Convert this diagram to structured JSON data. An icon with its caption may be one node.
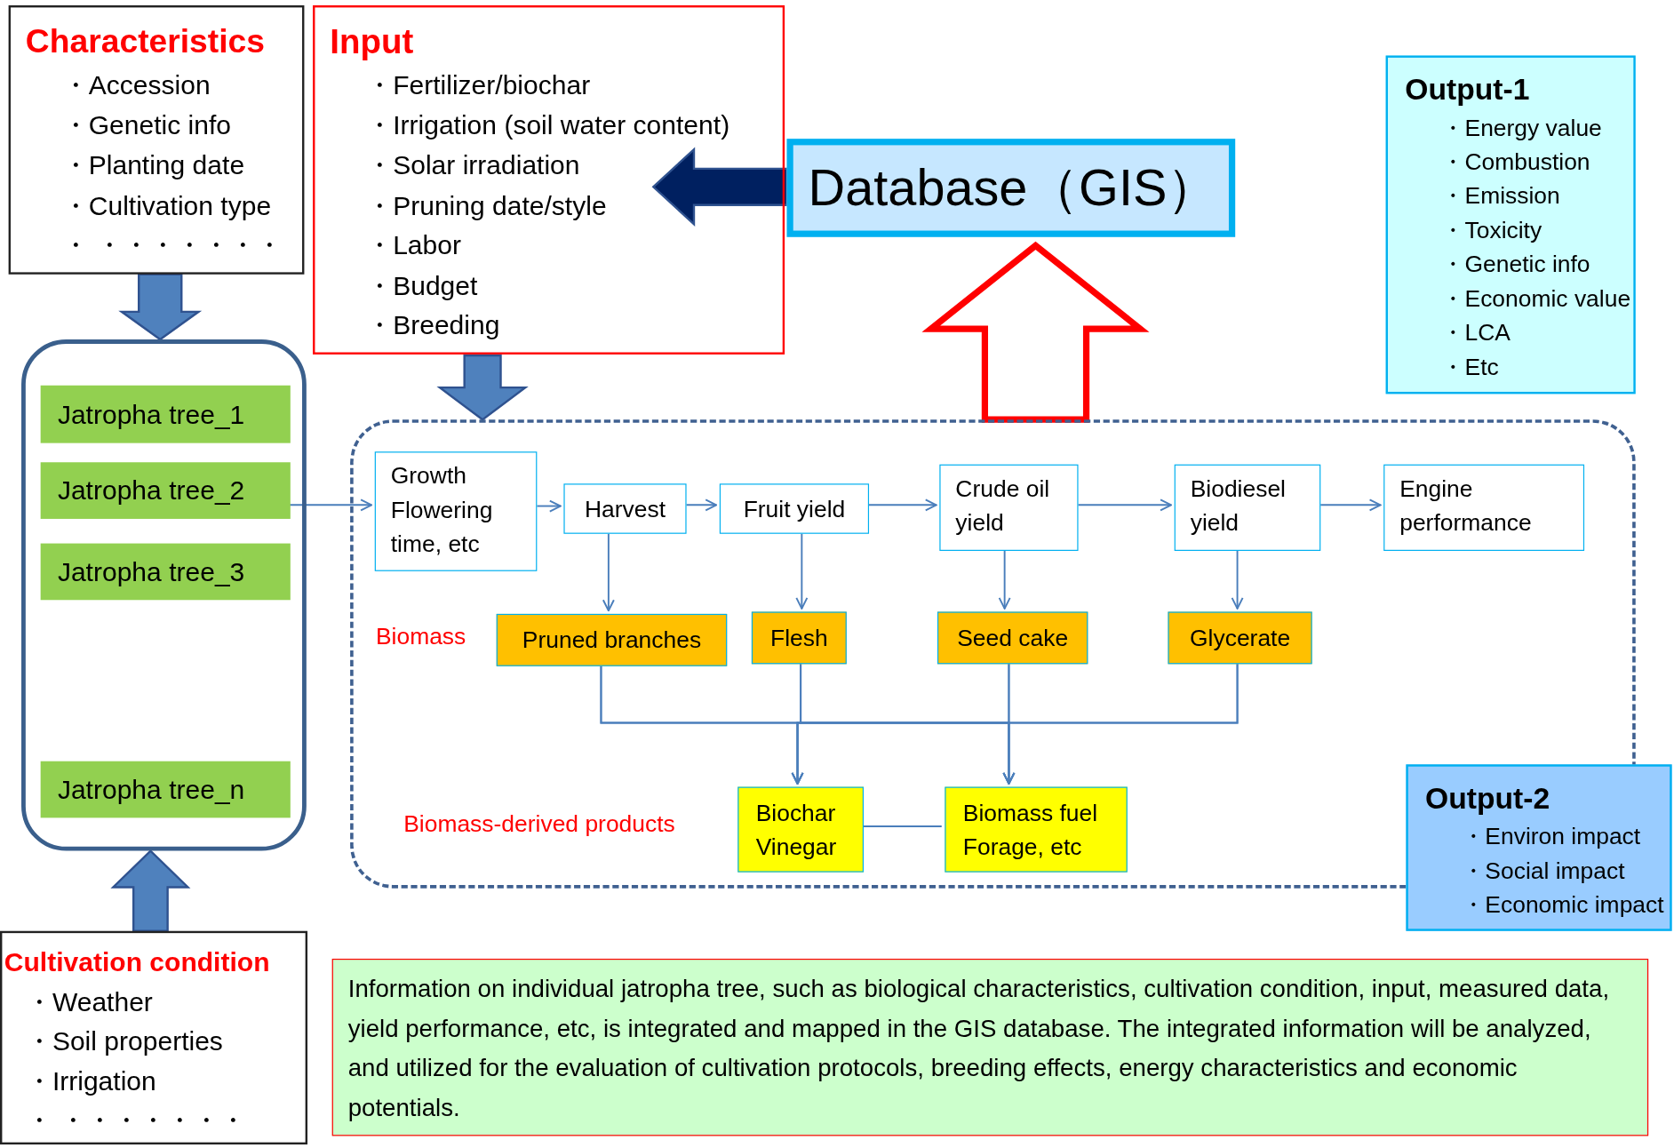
{
  "diagram": {
    "nodes": [
      {
        "text": [
          "Characteristics",
          "・Accession",
          "・Genetic info",
          "・Planting date",
          "・Cultivation type",
          "・ ・・・・・・・"
        ]
      },
      {
        "text": [
          "Input",
          "・Fertilizer/biochar",
          "・Irrigation (soil water content)",
          "・Solar irradiation",
          "・Pruning date/style",
          "・Labor",
          "・Budget",
          "・Breeding"
        ]
      },
      {
        "text": [
          "Database（GIS）"
        ]
      },
      {
        "text": [
          "Output-1",
          "・Energy value",
          "・Combustion",
          "・Emission",
          "・Toxicity",
          "・Genetic info",
          "・Economic value",
          "・LCA",
          "・Etc"
        ]
      },
      {
        "text": [],
        "shape": "box"
      },
      {
        "text": [
          "Jatropha tree_1"
        ],
        "in": 4
      },
      {
        "text": [
          "Jatropha tree_2"
        ],
        "in": 4
      },
      {
        "text": [
          "Jatropha tree_3"
        ],
        "in": 4
      },
      {
        "text": [
          "Jatropha tree_n"
        ],
        "in": 4
      },
      {
        "text": [],
        "shape": "box"
      },
      {
        "text": [
          "Growth Flowering time, etc"
        ],
        "in": 9
      },
      {
        "text": [
          "Harvest"
        ],
        "in": 9
      },
      {
        "text": [
          "Fruit yield"
        ],
        "in": 9
      },
      {
        "text": [
          "Crude oil yield"
        ],
        "in": 9
      },
      {
        "text": [
          "Biodiesel yield"
        ],
        "in": 9
      },
      {
        "text": [
          "Engine performance"
        ],
        "in": 9
      },
      {
        "text": [
          "Pruned branches"
        ],
        "in": 9
      },
      {
        "text": [
          "Flesh"
        ],
        "in": 9
      },
      {
        "text": [
          "Seed cake"
        ],
        "in": 9
      },
      {
        "text": [
          "Glycerate"
        ],
        "in": 9
      },
      {
        "text": [
          "Biochar Vinegar"
        ],
        "in": 9
      },
      {
        "text": [
          "Biomass fuel Forage, etc"
        ],
        "in": 9
      },
      {
        "text": [
          "Output-2",
          "・Environ impact",
          "・Social impact",
          "・Economic impact"
        ]
      },
      {
        "text": [
          "Cultivation condition",
          "・Weather",
          "・Soil properties",
          "・Irrigation",
          "・ ・・・・・・・"
        ]
      },
      {
        "text": [
          "Information on individual jatropha tree, such as biological characteristics, cultivation condition, input, measured data, yield performance, etc, is integrated and mapped in the GIS database. The integrated information will be analyzed, and utilized for the evaluation of cultivation protocols, breeding effects, energy characteristics and economic potentials."
        ]
      }
    ],
    "edges": [
      {
        "from": 0,
        "to": 4,
        "arrow": "to",
        "style": "thick"
      },
      {
        "from": 1,
        "to": 9,
        "arrow": "to",
        "style": "thick"
      },
      {
        "from": 2,
        "to": 1,
        "arrow": "to",
        "style": "thick",
        "color": "#002060"
      },
      {
        "from": 9,
        "to": 2,
        "arrow": "to",
        "style": "thick",
        "color": "#ff0000"
      },
      {
        "from": 23,
        "to": 4,
        "arrow": "to",
        "style": "thick"
      },
      {
        "from": 6,
        "to": 10,
        "arrow": "to"
      },
      {
        "from": 10,
        "to": 11,
        "arrow": "to"
      },
      {
        "from": 11,
        "to": 12,
        "arrow": "to"
      },
      {
        "from": 12,
        "to": 13,
        "arrow": "to"
      },
      {
        "from": 13,
        "to": 14,
        "arrow": "to"
      },
      {
        "from": 14,
        "to": 15,
        "arrow": "to"
      },
      {
        "from": 11,
        "to": 16,
        "arrow": "to"
      },
      {
        "from": 12,
        "to": 17,
        "arrow": "to"
      },
      {
        "from": 13,
        "to": 18,
        "arrow": "to"
      },
      {
        "from": 14,
        "to": 19,
        "arrow": "to"
      },
      {
        "from": 16,
        "to": 20,
        "arrow": "to"
      },
      {
        "from": 16,
        "to": 21,
        "arrow": "to"
      },
      {
        "from": 17,
        "to": 20,
        "arrow": "to"
      },
      {
        "from": 17,
        "to": 21,
        "arrow": "to"
      },
      {
        "from": 18,
        "to": 20,
        "arrow": "to"
      },
      {
        "from": 18,
        "to": 21,
        "arrow": "to"
      },
      {
        "from": 19,
        "to": 20,
        "arrow": "to"
      },
      {
        "from": 19,
        "to": 21,
        "arrow": "to"
      },
      {
        "from": 20,
        "to": 21,
        "arrow": "none"
      }
    ],
    "labels": [
      "Biomass",
      "Biomass-derived products"
    ]
  }
}
